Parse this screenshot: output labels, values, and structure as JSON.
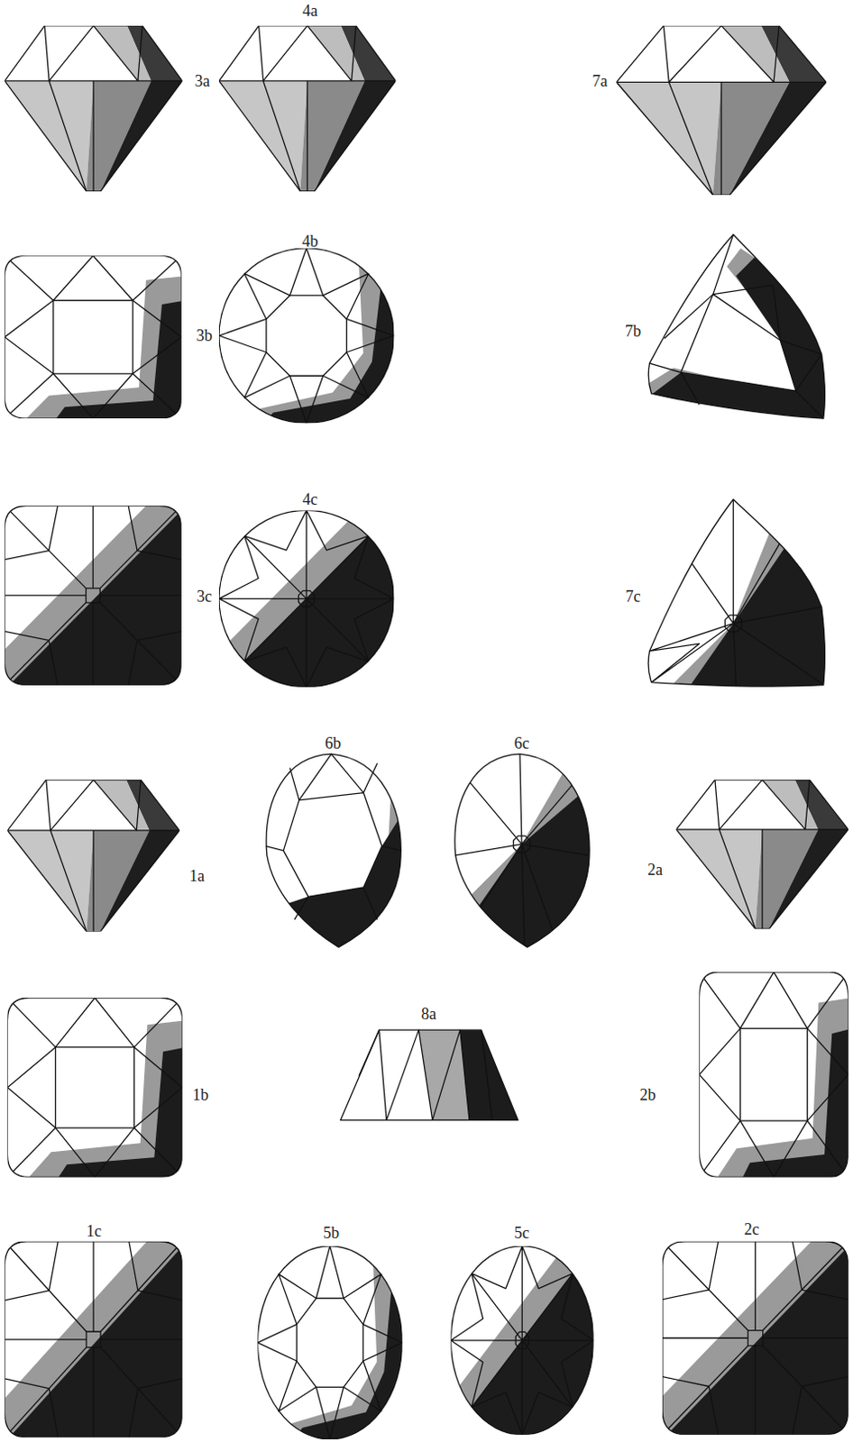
{
  "diagram": {
    "labels": [
      "4a",
      "3a",
      "7a",
      "4b",
      "3b",
      "7b",
      "4c",
      "3c",
      "7c",
      "6b",
      "6c",
      "1a",
      "2a",
      "1b",
      "8a",
      "2b",
      "1c",
      "5b",
      "5c",
      "2c"
    ]
  }
}
